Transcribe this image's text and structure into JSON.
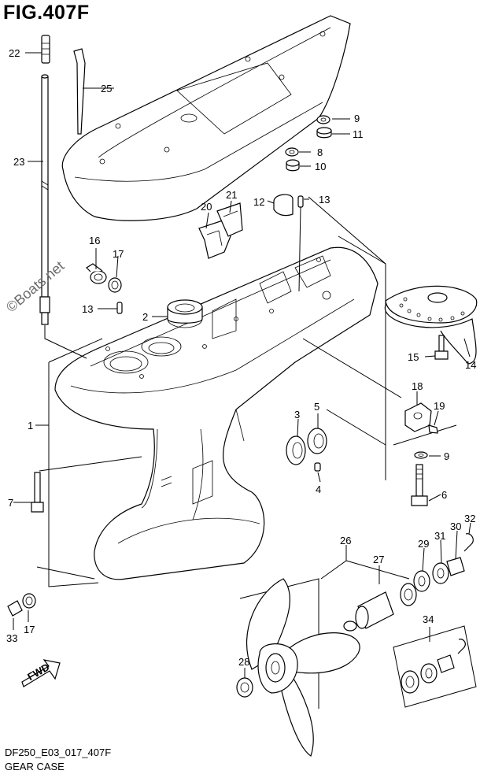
{
  "title": "FIG.407F",
  "footer": {
    "code": "DF250_E03_017_407F",
    "name": "GEAR CASE"
  },
  "watermark": "©Boats.net",
  "fwd_label": "FWD",
  "callouts": [
    "1",
    "2",
    "3",
    "4",
    "5",
    "6",
    "7",
    "8",
    "9",
    "9",
    "10",
    "11",
    "12",
    "13",
    "13",
    "14",
    "15",
    "16",
    "17",
    "17",
    "18",
    "19",
    "20",
    "21",
    "22",
    "23",
    "25",
    "26",
    "27",
    "28",
    "29",
    "30",
    "31",
    "32",
    "33",
    "34"
  ]
}
